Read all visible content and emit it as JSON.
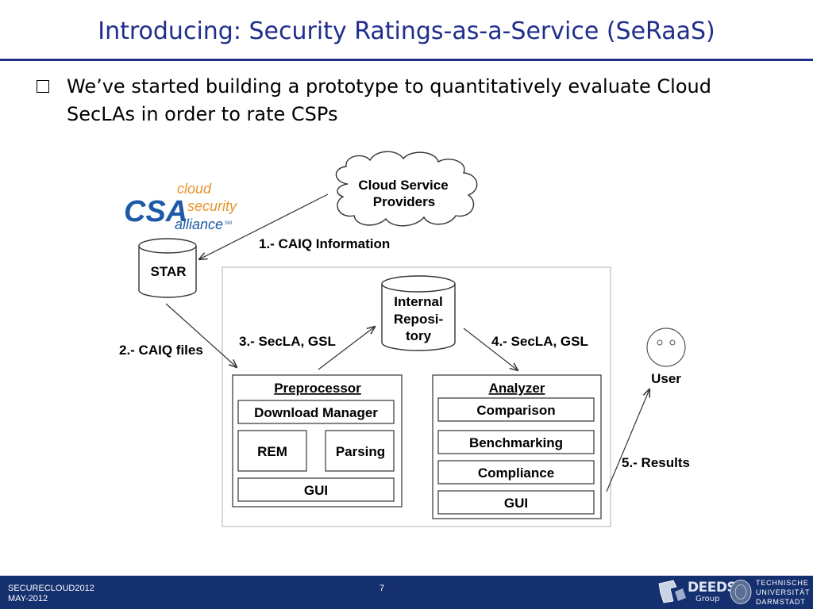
{
  "slide": {
    "title": "Introducing: Security Ratings-as-a-Service (SeRaaS)",
    "bullet_line1": "We’ve started building a prototype to quantitatively evaluate Cloud",
    "bullet_line2": "SecLAs in order to rate CSPs"
  },
  "diagram": {
    "csa_logo": {
      "mark": "CSA",
      "line1": "cloud",
      "line2": "security",
      "line3": "alliance",
      "service_mark": "SM"
    },
    "cloud_providers": {
      "line1": "Cloud Service",
      "line2": "Providers"
    },
    "star": "STAR",
    "repository": {
      "line1": "Internal",
      "line2": "Reposi-",
      "line3": "tory"
    },
    "user": "User",
    "preprocessor": {
      "title": "Preprocessor",
      "download_manager": "Download Manager",
      "rem": "REM",
      "parsing": "Parsing",
      "gui": "GUI"
    },
    "analyzer": {
      "title": "Analyzer",
      "comparison": "Comparison",
      "benchmarking": "Benchmarking",
      "compliance": "Compliance",
      "gui": "GUI"
    },
    "flows": {
      "step1": "1.- CAIQ Information",
      "step2": "2.- CAIQ files",
      "step3": "3.- SecLA, GSL",
      "step4": "4.- SecLA, GSL",
      "step5": "5.- Results"
    }
  },
  "footer": {
    "conference": "SECURECLOUD2012",
    "date": "MAY-2012",
    "page": "7",
    "deeds": "DEEDS",
    "deeds_sub": "Group",
    "tu_line1": "TECHNISCHE",
    "tu_line2": "UNIVERSITÄT",
    "tu_line3": "DARMSTADT"
  },
  "colors": {
    "title_blue": "#1f2e8c",
    "footer_blue": "#15306f",
    "csa_blue": "#1d5aa6",
    "csa_orange": "#e8952b"
  }
}
